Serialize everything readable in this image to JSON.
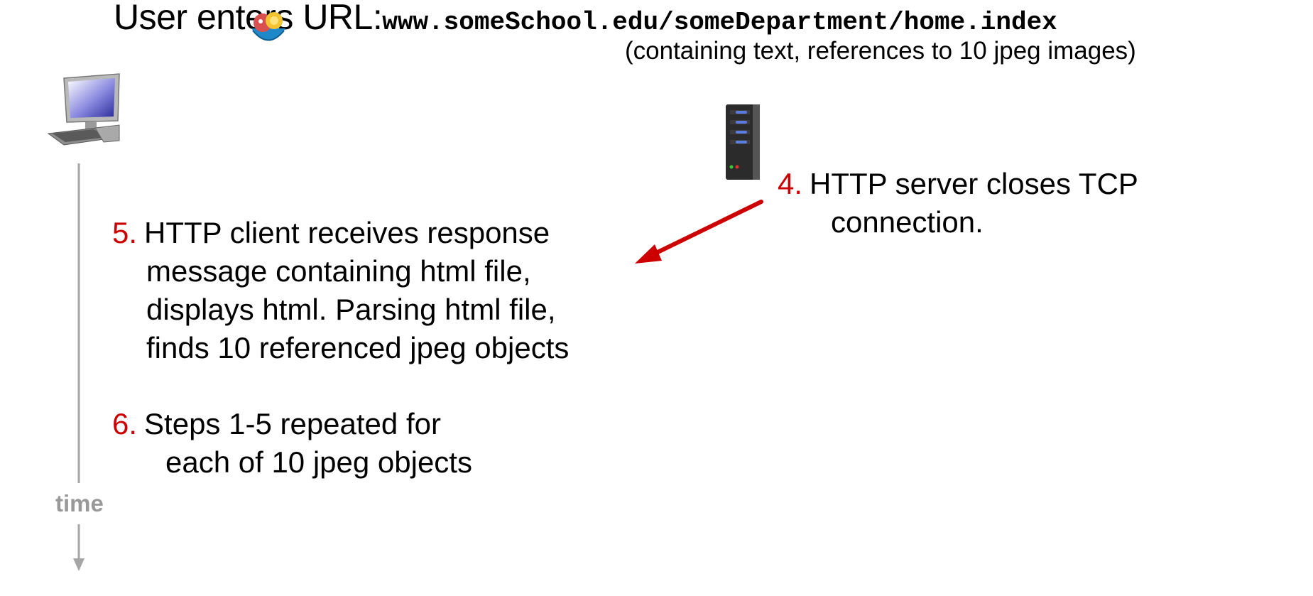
{
  "title": {
    "label": "User enters URL:",
    "url": "www.someSchool.edu/someDepartment/home.index"
  },
  "subtitle": "(containing text, references to 10 jpeg images)",
  "steps": [
    {
      "number": "4.",
      "line1": "HTTP server closes TCP",
      "line2": "connection."
    },
    {
      "number": "5.",
      "line1": "HTTP client receives response",
      "line2": "message containing html file,",
      "line3": "displays html.  Parsing html file,",
      "line4": "finds 10 referenced jpeg  objects"
    },
    {
      "number": "6.",
      "line1": "Steps 1-5 repeated for",
      "line2": "each of 10 jpeg objects"
    }
  ],
  "timeline": {
    "label": "time"
  },
  "colors": {
    "accent": "#cc0000",
    "timeline": "#a6a6a6"
  },
  "icons": [
    "desktop-computer-icon",
    "server-tower-icon",
    "reaction-emoji-icon",
    "arrow-left-down-icon"
  ]
}
